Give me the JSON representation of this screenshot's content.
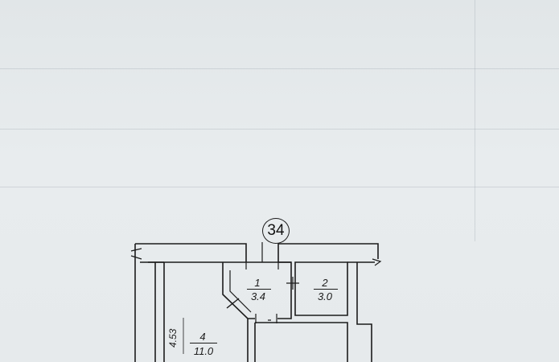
{
  "plan": {
    "section_marker": "34",
    "rooms": [
      {
        "number": "1",
        "area": "3.4"
      },
      {
        "number": "2",
        "area": "3.0"
      },
      {
        "number": "4",
        "area": "11.0"
      }
    ],
    "dimension": "4.53"
  }
}
